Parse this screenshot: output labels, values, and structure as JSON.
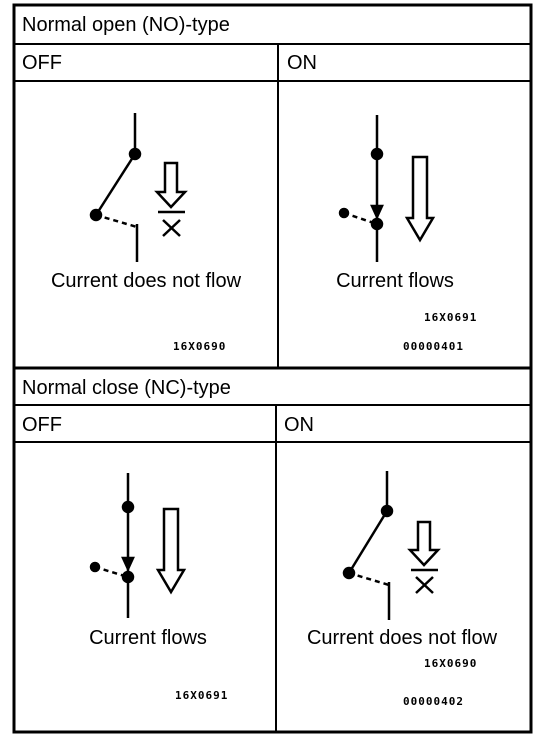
{
  "sections": [
    {
      "title": "Normal open (NO)-type",
      "panels": [
        {
          "state": "OFF",
          "caption": "Current does not flow",
          "figure_code": "16X0690"
        },
        {
          "state": "ON",
          "caption": "Current flows",
          "figure_code": "16X0691",
          "doc_code": "00000401"
        }
      ]
    },
    {
      "title": "Normal close (NC)-type",
      "panels": [
        {
          "state": "OFF",
          "caption": "Current flows",
          "figure_code": "16X0691"
        },
        {
          "state": "ON",
          "caption": "Current does not flow",
          "figure_code": "16X0690",
          "doc_code": "00000402"
        }
      ]
    }
  ],
  "colors": {
    "line": "#000000",
    "background": "#ffffff"
  }
}
